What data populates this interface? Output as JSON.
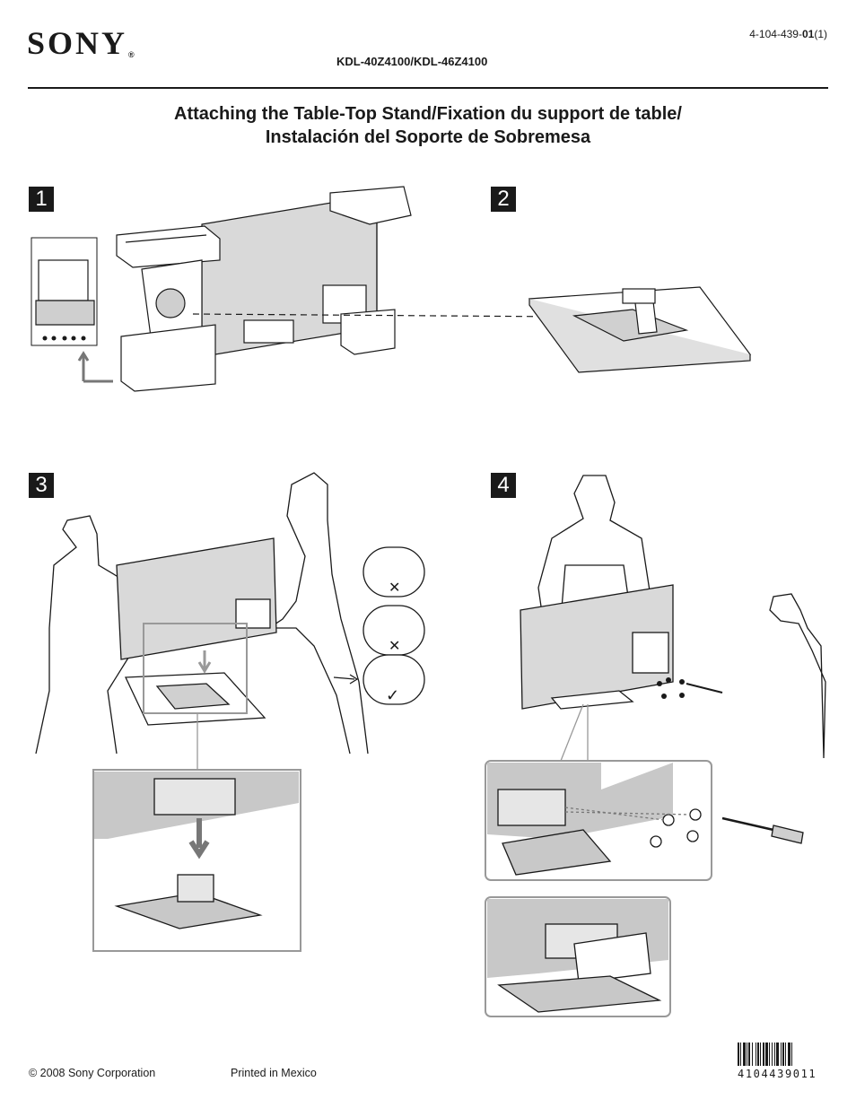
{
  "header": {
    "brand": "SONY",
    "registered_mark": "®",
    "part_number_prefix": "4-104-439-",
    "part_number_bold": "01",
    "part_number_suffix": "(1)",
    "models": "KDL-40Z4100/KDL-46Z4100"
  },
  "title": {
    "line1": "Attaching the Table-Top Stand/Fixation du support de table/",
    "line2": "Instalación del Soporte de Sobremesa"
  },
  "steps": [
    {
      "number": "1"
    },
    {
      "number": "2"
    },
    {
      "number": "3"
    },
    {
      "number": "4"
    }
  ],
  "footer": {
    "copyright": "© 2008 Sony Corporation",
    "printed": "Printed in Mexico",
    "barcode_number": "4104439011"
  },
  "colors": {
    "ink": "#1a1a1a",
    "panel_fill": "#d4d4d4",
    "dark_fill": "#a9a9a9"
  }
}
